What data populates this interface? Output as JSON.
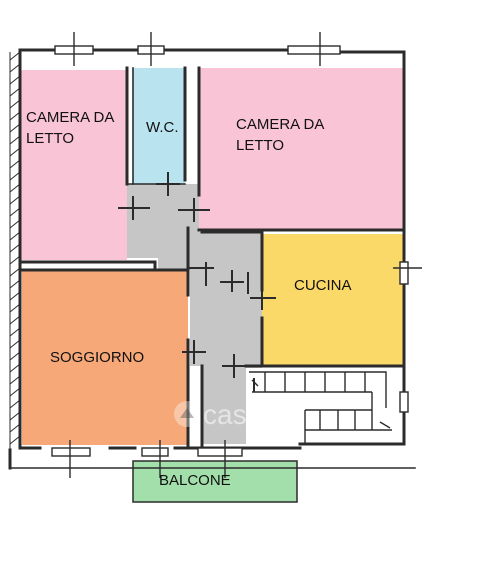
{
  "rooms": {
    "camera1": {
      "line1": "CAMERA DA",
      "line2": "LETTO",
      "color": "#f9c4d6"
    },
    "wc": {
      "label": "W.C.",
      "color": "#b9e3ef"
    },
    "camera2": {
      "line1": "CAMERA DA",
      "line2": "LETTO",
      "color": "#f9c4d6"
    },
    "cucina": {
      "label": "CUCINA",
      "color": "#fbd968"
    },
    "soggiorno": {
      "label": "SOGGIORNO",
      "color": "#f6a878"
    },
    "balcone": {
      "label": "BALCONE",
      "color": "#a3dfaa"
    },
    "corridor": {
      "color": "#c6c6c6"
    }
  },
  "watermark": {
    "text": "casa.it",
    "icon": "casa-logo-icon"
  },
  "wall_color": "#2b2b2b"
}
